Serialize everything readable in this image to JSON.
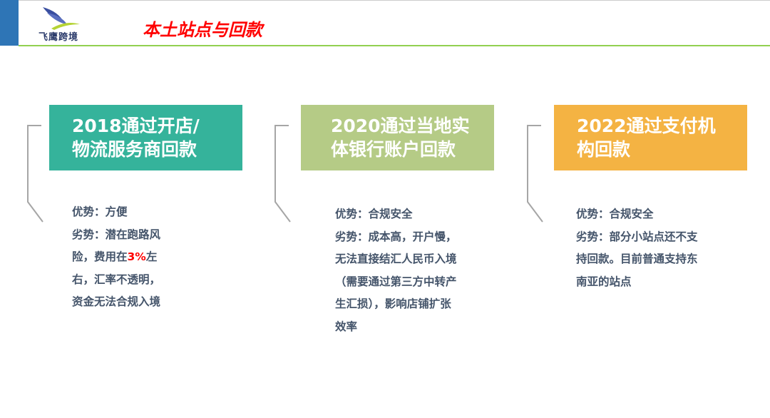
{
  "header": {
    "logo_text": "飞鹰跨境",
    "title": "本土站点与回款"
  },
  "colors": {
    "accent_blue": "#2e75b6",
    "line_green": "#92d050",
    "title_red": "#ff0000"
  },
  "cards": [
    {
      "heading_line1": "2018通过开店/",
      "heading_line2": "物流服务商回款",
      "color": "#35b39b",
      "lines": [
        "优势：方便",
        "劣势：潜在跑路风",
        "险，费用在",
        "右，汇率不透明，",
        "资金无法合规入境"
      ],
      "highlight": "3%",
      "after_highlight": "左"
    },
    {
      "heading_line1": "2020通过当地实",
      "heading_line2": "体银行账户回款",
      "color": "#b5cb86",
      "lines": [
        "优势：合规安全",
        "劣势：成本高，开户慢，",
        "无法直接结汇人民币入境",
        "（需要通过第三方中转产",
        "生汇损），影响店铺扩张",
        "效率"
      ]
    },
    {
      "heading_line1": "2022通过支付机",
      "heading_line2": "构回款",
      "color": "#f4b343",
      "lines": [
        "优势：合规安全",
        "劣势：部分小站点还不支",
        "持回款。目前普通支持东",
        "南亚的站点"
      ]
    }
  ]
}
